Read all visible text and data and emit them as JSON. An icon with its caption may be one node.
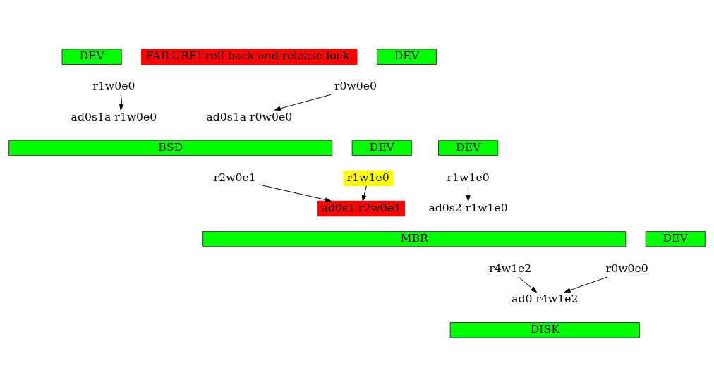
{
  "diagram": {
    "nodes": [
      {
        "text": [
          "DEV"
        ]
      },
      {
        "text": [
          "r1w0e0"
        ]
      },
      {
        "text": [
          "DEV"
        ]
      },
      {
        "text": [
          "r0w0e0"
        ]
      },
      {
        "text": [
          "FAILURE! roll back and release lock."
        ]
      },
      {
        "text": [
          "ad0s1a r1w0e0"
        ]
      },
      {
        "text": [
          "ad0s1a r0w0e0"
        ]
      },
      {
        "text": [
          "BSD"
        ]
      },
      {
        "text": [
          "DEV"
        ]
      },
      {
        "text": [
          "DEV"
        ]
      },
      {
        "text": [
          "r2w0e1"
        ]
      },
      {
        "text": [
          "r1w1e0"
        ]
      },
      {
        "text": [
          "r1w1e0"
        ]
      },
      {
        "text": [
          "ad0s1 r2w0e1"
        ]
      },
      {
        "text": [
          "ad0s2 r1w1e0"
        ]
      },
      {
        "text": [
          "DEV"
        ]
      },
      {
        "text": [
          "r0w0e0"
        ]
      },
      {
        "text": [
          "MBR"
        ]
      },
      {
        "text": [
          "r4w1e2"
        ]
      },
      {
        "text": [
          "ad0 r4w1e2"
        ]
      },
      {
        "text": [
          "DISK"
        ]
      }
    ],
    "edges": [
      {
        "from": 1,
        "to": 5,
        "arrow": "to"
      },
      {
        "from": 3,
        "to": 6,
        "arrow": "to"
      },
      {
        "from": 10,
        "to": 13,
        "arrow": "to"
      },
      {
        "from": 11,
        "to": 13,
        "arrow": "to"
      },
      {
        "from": 12,
        "to": 14,
        "arrow": "to"
      },
      {
        "from": 18,
        "to": 19,
        "arrow": "to"
      },
      {
        "from": 16,
        "to": 19,
        "arrow": "to"
      }
    ]
  }
}
